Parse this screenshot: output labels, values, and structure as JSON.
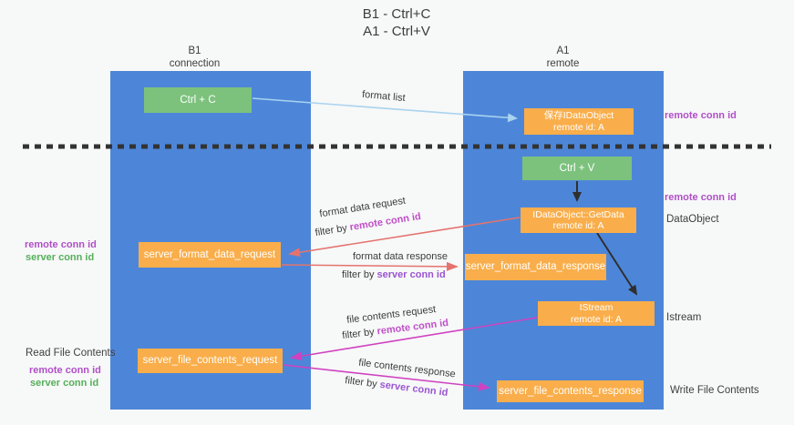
{
  "title": {
    "line1": "B1 - Ctrl+C",
    "line2": "A1 - Ctrl+V"
  },
  "columns": {
    "left": {
      "name": "B1",
      "sub": "connection"
    },
    "right": {
      "name": "A1",
      "sub": "remote"
    }
  },
  "nodes": {
    "ctrl_c": "Ctrl + C",
    "ctrl_v": "Ctrl + V",
    "save_idataobject": {
      "line1": "保存IDataObject",
      "line2": "remote id: A"
    },
    "idataobject_getdata": {
      "line1": "IDataObject::GetData",
      "line2": "remote id: A"
    },
    "istream": {
      "line1": "IStream",
      "line2": "remote id: A"
    },
    "server_format_data_request": "server_format_data_request",
    "server_format_data_response": "server_format_data_response",
    "server_file_contents_request": "server_file_contents_request",
    "server_file_contents_response": "server_file_contents_response"
  },
  "arrow_labels": {
    "format_list": "format list",
    "format_data_request": "format data request",
    "format_data_response": "format data response",
    "file_contents_request": "file contents request",
    "file_contents_response": "file contents response",
    "filter_prefix": "filter by ",
    "remote_conn_id": "remote conn id",
    "server_conn_id": "server conn id"
  },
  "side_labels": {
    "remote_conn_id": "remote conn id",
    "server_conn_id": "server conn id",
    "data_object": "DataObject",
    "istream": "Istream",
    "read_file_contents": "Read File Contents",
    "write_file_contents": "Write File Contents"
  },
  "colors": {
    "column_blue": "#4d86d8",
    "box_green": "#7cc27d",
    "box_orange": "#f9ae4b",
    "arrow_light_blue": "#a9d3ef",
    "arrow_salmon": "#e4736e",
    "arrow_magenta": "#cf42c0",
    "arrow_black": "#2f2f2f",
    "label_purple": "#b04fc8",
    "label_green": "#55b05a",
    "background": "#f7f8f8"
  }
}
